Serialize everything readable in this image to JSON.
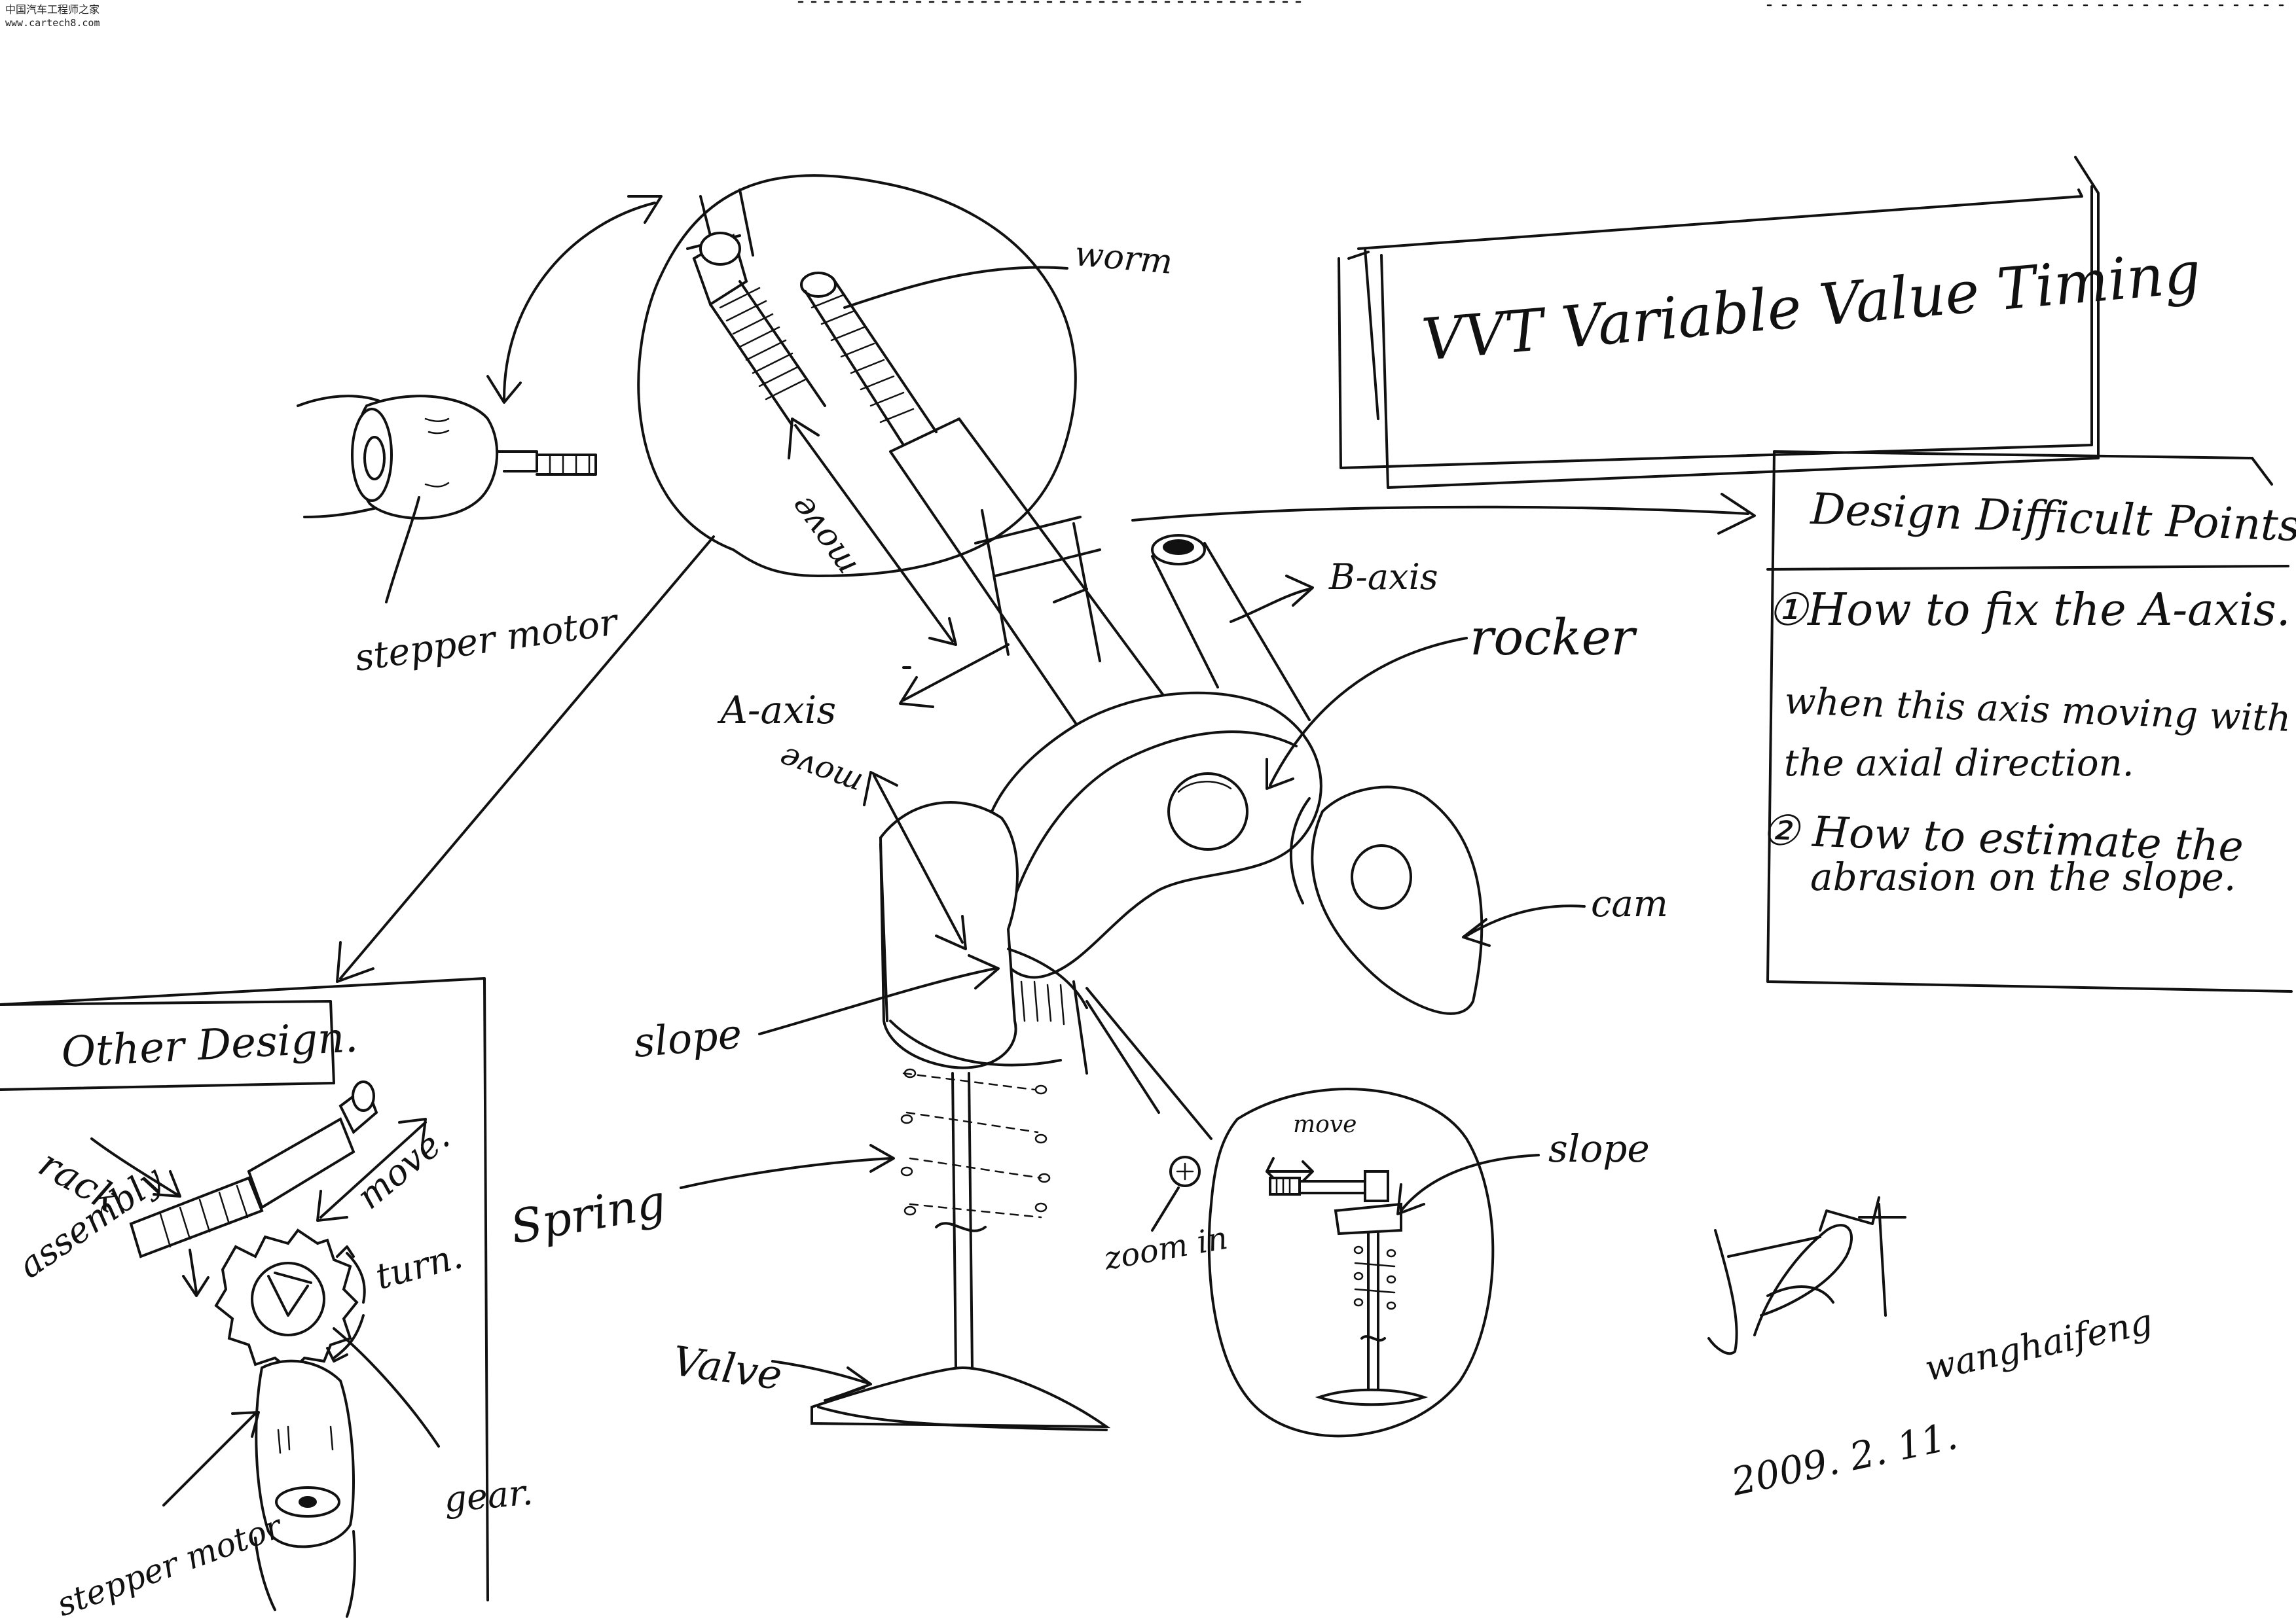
{
  "watermark": {
    "line1": "中国汽车工程师之家",
    "line2": "www.cartech8.com"
  },
  "title": "VVT Variable Value Timing",
  "labels": {
    "worm": "worm",
    "stepper_motor_top": "stepper motor",
    "move_rod": "move",
    "a_axis": "A-axis",
    "b_axis": "B-axis",
    "rocker": "rocker",
    "move_slope": "move",
    "cam": "cam",
    "slope": "slope",
    "spring": "Spring",
    "valve": "Valve",
    "zoom_in": "zoom in",
    "inset_move": "move",
    "inset_slope": "slope"
  },
  "design_points": {
    "heading": "Design Difficult Points.",
    "item1_line1": "①How to fix the A-axis.",
    "item1_line2": "when this axis moving with",
    "item1_line3": "the axial direction.",
    "item2_line1": "② How to estimate the",
    "item2_line2": "abrasion on the slope."
  },
  "other_design": {
    "heading": "Other Design.",
    "rack": "rack",
    "move": "move.",
    "assembly": "assembly",
    "turn": "turn.",
    "gear": "gear.",
    "stepper_motor": "stepper motor"
  },
  "signature": {
    "name": "wanghaifeng",
    "date": "2009. 2. 11."
  }
}
